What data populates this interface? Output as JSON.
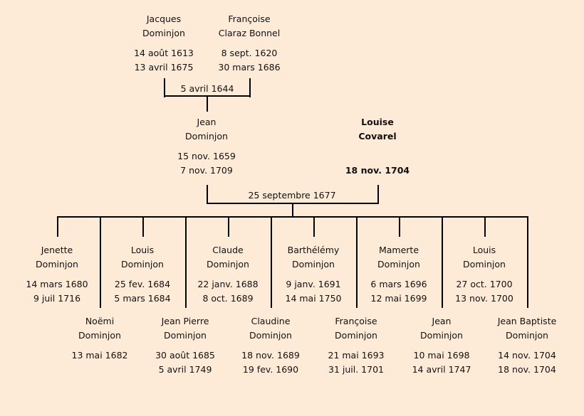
{
  "grandparents": {
    "father": {
      "first": "Jacques",
      "last": "Dominjon",
      "birth": "14 août 1613",
      "death": "13 avril 1675"
    },
    "mother": {
      "first": "Françoise",
      "last": "Claraz Bonnel",
      "birth": "8 sept. 1620",
      "death": "30 mars 1686"
    },
    "marriage": "5 avril 1644"
  },
  "parents": {
    "father": {
      "first": "Jean",
      "last": "Dominjon",
      "birth": "15 nov. 1659",
      "death": "7 nov. 1709"
    },
    "mother": {
      "first": "Louise",
      "last": "Covarel",
      "birth": "",
      "death": "18 nov. 1704"
    },
    "marriage": "25 septembre 1677"
  },
  "children": [
    {
      "first": "Jenette",
      "last": "Dominjon",
      "birth": "14 mars 1680",
      "death": "9 juil  1716"
    },
    {
      "first": "Noëmi",
      "last": "Dominjon",
      "birth": "13 mai 1682",
      "death": ""
    },
    {
      "first": "Louis",
      "last": "Dominjon",
      "birth": "25 fev. 1684",
      "death": "5 mars 1684"
    },
    {
      "first": "Jean Pierre",
      "last": "Dominjon",
      "birth": "30 août 1685",
      "death": "5 avril 1749"
    },
    {
      "first": "Claude",
      "last": "Dominjon",
      "birth": "22 janv. 1688",
      "death": "8 oct. 1689"
    },
    {
      "first": "Claudine",
      "last": "Dominjon",
      "birth": "18 nov. 1689",
      "death": "19 fev. 1690"
    },
    {
      "first": "Barthélémy",
      "last": "Dominjon",
      "birth": "9 janv. 1691",
      "death": "14 mai 1750"
    },
    {
      "first": "Françoise",
      "last": "Dominjon",
      "birth": "21 mai 1693",
      "death": "31 juil. 1701"
    },
    {
      "first": "Mamerte",
      "last": "Dominjon",
      "birth": "6 mars 1696",
      "death": "12 mai 1699"
    },
    {
      "first": "Jean",
      "last": "Dominjon",
      "birth": "10 mai 1698",
      "death": "14 avril 1747"
    },
    {
      "first": "Louis",
      "last": "Dominjon",
      "birth": "27 oct. 1700",
      "death": "13 nov. 1700"
    },
    {
      "first": "Jean Baptiste",
      "last": "Dominjon",
      "birth": "14 nov. 1704",
      "death": "18 nov. 1704"
    }
  ]
}
